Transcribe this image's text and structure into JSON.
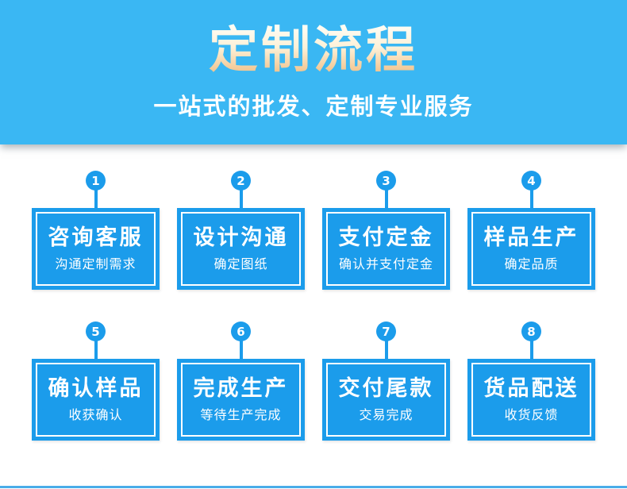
{
  "header": {
    "title": "定制流程",
    "subtitle": "一站式的批发、定制专业服务"
  },
  "steps": [
    {
      "number": "1",
      "title": "咨询客服",
      "subtitle": "沟通定制需求"
    },
    {
      "number": "2",
      "title": "设计沟通",
      "subtitle": "确定图纸"
    },
    {
      "number": "3",
      "title": "支付定金",
      "subtitle": "确认并支付定金"
    },
    {
      "number": "4",
      "title": "样品生产",
      "subtitle": "确定品质"
    },
    {
      "number": "5",
      "title": "确认样品",
      "subtitle": "收获确认"
    },
    {
      "number": "6",
      "title": "完成生产",
      "subtitle": "等待生产完成"
    },
    {
      "number": "7",
      "title": "交付尾款",
      "subtitle": "交易完成"
    },
    {
      "number": "8",
      "title": "货品配送",
      "subtitle": "收货反馈"
    }
  ],
  "colors": {
    "header_background": "#3ab7f3",
    "step_blue": "#1b9ceb",
    "title_gradient_top": "#fffef8",
    "title_gradient_bottom": "#efbc81",
    "subtitle_text": "#ffffff",
    "footer_strip": "#4aade9"
  }
}
